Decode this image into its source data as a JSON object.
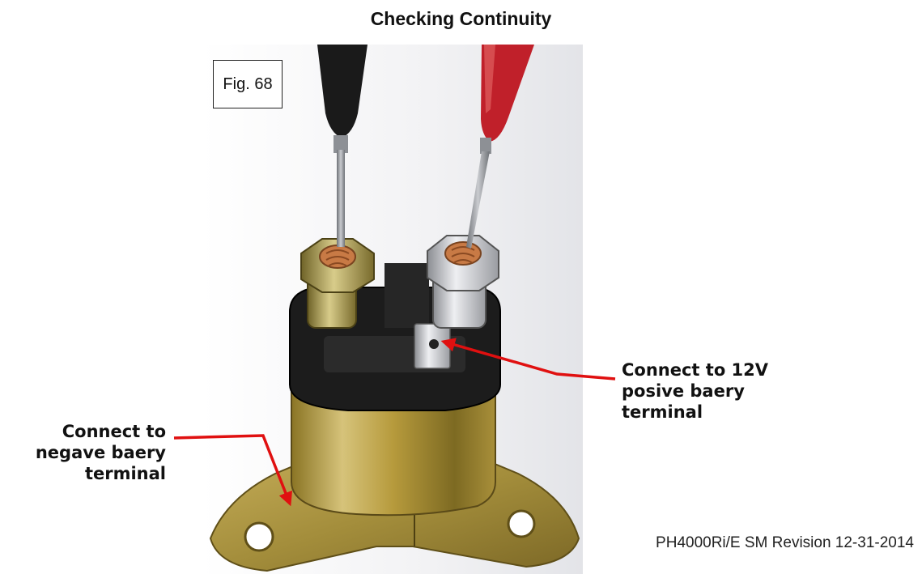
{
  "document": {
    "title": "Checking Continuity",
    "figure_label": "Fig. 68",
    "callouts": {
      "negative": [
        "Connect to",
        "negave baery",
        "terminal"
      ],
      "positive": [
        "Connect to 12V",
        "posive baery",
        "terminal"
      ]
    },
    "footer": "PH4000Ri/E SM Revision 12-31-2014"
  },
  "colors": {
    "arrow": "#e01010",
    "black_probe": "#1a1a1a",
    "red_probe": "#c0202a",
    "brass": "#b89a3a",
    "copper": "#c87a45"
  }
}
